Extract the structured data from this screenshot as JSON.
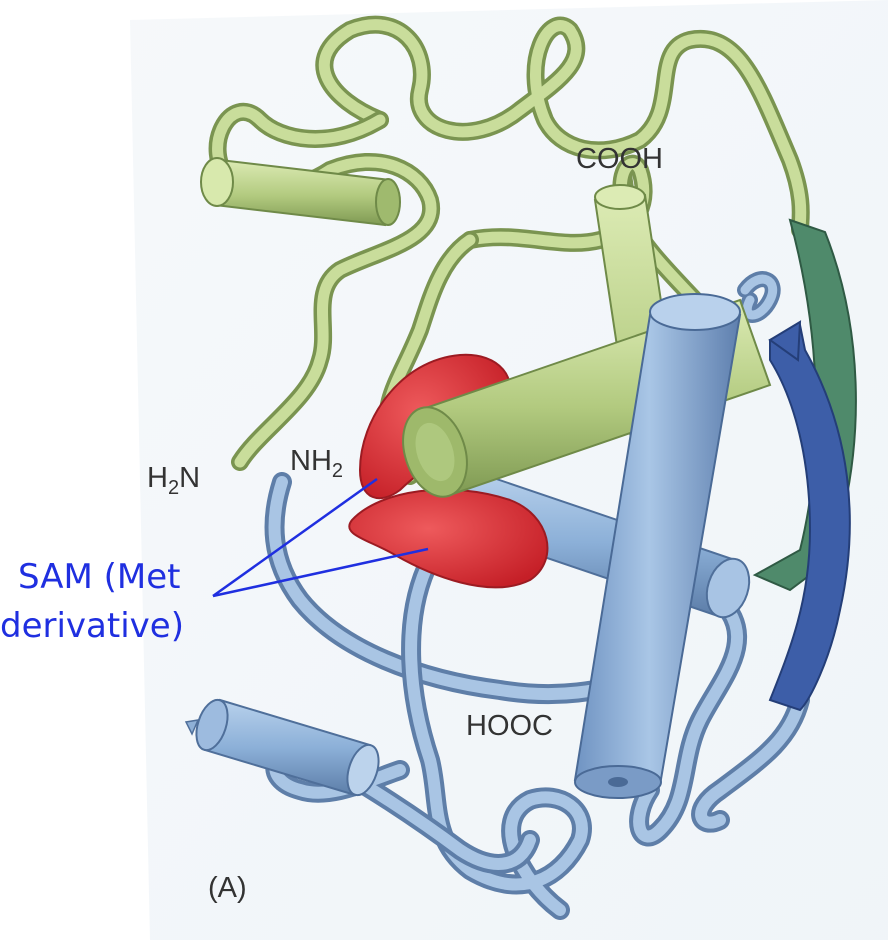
{
  "figure": {
    "panel_label": "(A)",
    "terminus_labels": {
      "cooh_top": "COOH",
      "h2n": {
        "main": "H",
        "sub": "2",
        "tail": "N"
      },
      "nh2": {
        "main": "NH",
        "sub": "2"
      },
      "hooc": "HOOC"
    },
    "annotation": {
      "line1": "SAM (Met",
      "line2": "derivative)"
    },
    "colors": {
      "green_domain": "#b7cf86",
      "blue_domain": "#8fb3d9",
      "sam_ligand": "#d83238",
      "beta_strand_dark_green": "#4f8a6b",
      "beta_strand_blue": "#3d5ea8",
      "annotation": "#1f2fe0",
      "label_text": "#333333"
    },
    "icons": [
      "protein-ribbon-structure",
      "alpha-helix-cylinder",
      "beta-strand-arrow",
      "ligand-lobe"
    ]
  }
}
